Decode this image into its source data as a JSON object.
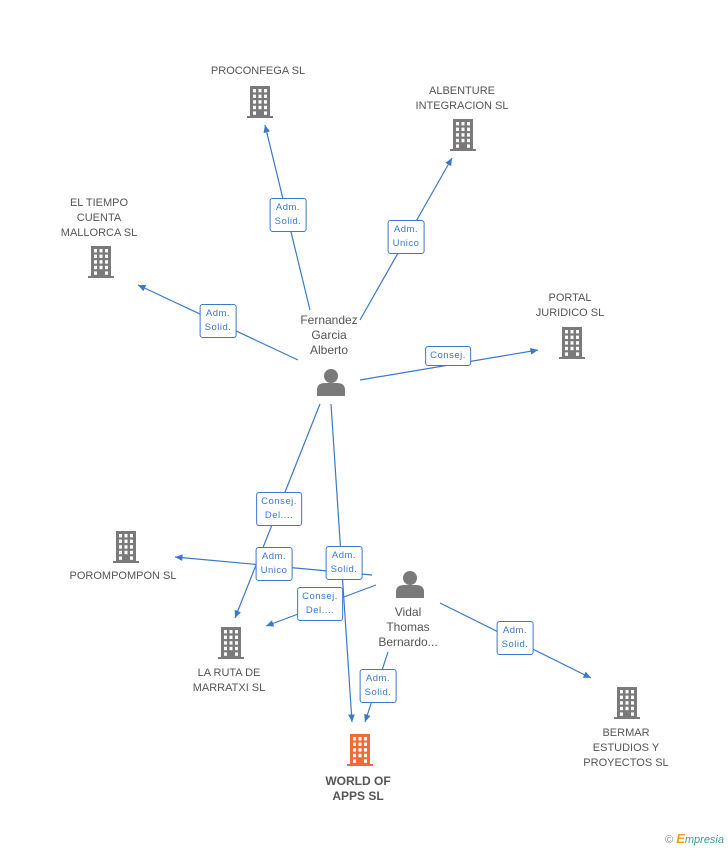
{
  "companies": [
    {
      "id": "proconfega",
      "label": "PROCONFEGA SL",
      "main": false
    },
    {
      "id": "albenture",
      "label": "ALBENTURE\nINTEGRACION SL",
      "main": false
    },
    {
      "id": "eltiempo",
      "label": "EL TIEMPO\nCUENTA\nMALLORCA SL",
      "main": false
    },
    {
      "id": "portal",
      "label": "PORTAL\nJURIDICO SL",
      "main": false
    },
    {
      "id": "porompompon",
      "label": "POROMPOMPON SL",
      "main": false
    },
    {
      "id": "laruta",
      "label": "LA RUTA DE\nMARRATXI SL",
      "main": false
    },
    {
      "id": "bermar",
      "label": "BERMAR\nESTUDIOS Y\nPROYECTOS SL",
      "main": false
    },
    {
      "id": "worldofapps",
      "label": "WORLD OF\nAPPS SL",
      "main": true
    }
  ],
  "persons": [
    {
      "id": "fernandez",
      "label": "Fernandez\nGarcia\nAlberto"
    },
    {
      "id": "vidal",
      "label": "Vidal\nThomas\nBernardo..."
    }
  ],
  "edges": [
    {
      "from": "fernandez",
      "to": "proconfega",
      "label": "Adm.\nSolid."
    },
    {
      "from": "fernandez",
      "to": "albenture",
      "label": "Adm.\nUnico"
    },
    {
      "from": "fernandez",
      "to": "eltiempo",
      "label": "Adm.\nSolid."
    },
    {
      "from": "fernandez",
      "to": "portal",
      "label": "Consej."
    },
    {
      "from": "fernandez",
      "to": "laruta",
      "label": "Consej.\nDel...."
    },
    {
      "from": "fernandez",
      "to": "worldofapps",
      "label": "Adm.\nSolid."
    },
    {
      "from": "vidal",
      "to": "porompompon",
      "label": "Adm.\nUnico"
    },
    {
      "from": "vidal",
      "to": "laruta",
      "label": "Consej.\nDel...."
    },
    {
      "from": "vidal",
      "to": "bermar",
      "label": "Adm.\nSolid."
    },
    {
      "from": "vidal",
      "to": "worldofapps",
      "label": "Adm.\nSolid."
    }
  ],
  "colors": {
    "edge": "#3a78c8",
    "building": "#7a7a7a",
    "main_building": "#f06a3a",
    "person": "#7a7a7a"
  },
  "footer": {
    "copyright": "©",
    "brand_initial": "E",
    "brand_rest": "mpresia"
  }
}
